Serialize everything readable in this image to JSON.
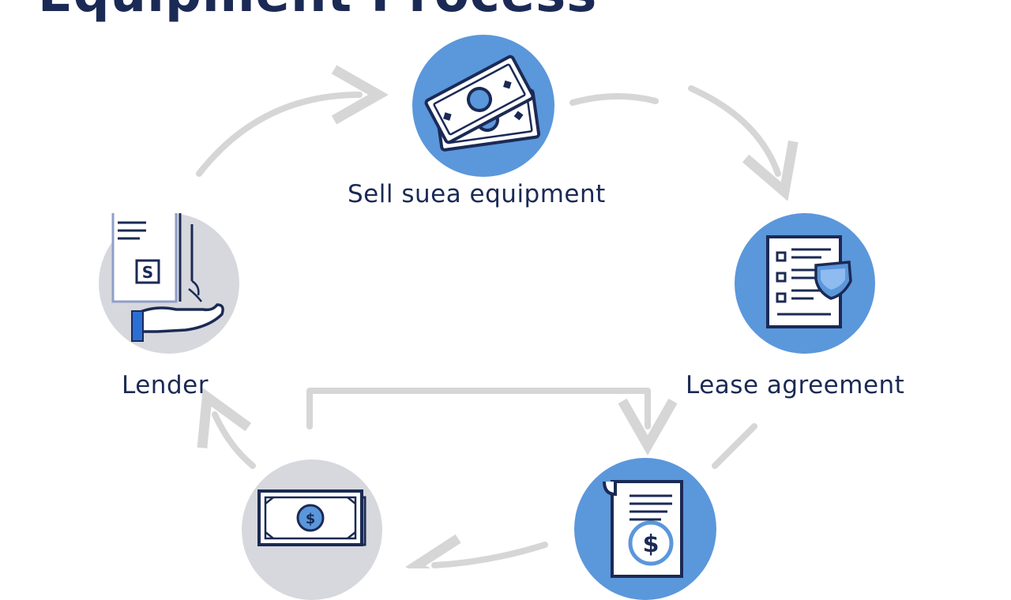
{
  "title": "Equipment Process",
  "colors": {
    "title": "#1b2a55",
    "blue_circle": "#5b97db",
    "gray_circle": "#d7d8dd",
    "arrow": "#d6d6d6",
    "icon_stroke": "#1b2a55"
  },
  "nodes": [
    {
      "id": "sell",
      "label": "Sell sueа equipment",
      "icon": "money-bills-icon"
    },
    {
      "id": "lease",
      "label": "Lease agreement",
      "icon": "contract-document-icon"
    },
    {
      "id": "payment",
      "label": "",
      "icon": "invoice-dollar-icon"
    },
    {
      "id": "cash",
      "label": "",
      "icon": "cash-bill-icon"
    },
    {
      "id": "lender",
      "label": "Lender",
      "icon": "hand-document-icon"
    }
  ]
}
